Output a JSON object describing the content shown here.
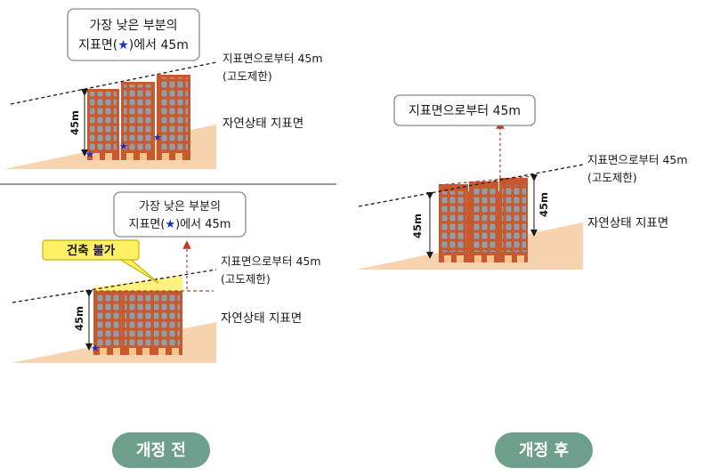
{
  "before": {
    "top": {
      "callout_line1": "가장 낮은 부분의",
      "callout_line2_a": "지표면(",
      "callout_star": "★",
      "callout_line2_b": ")에서 45m",
      "limit_label_line1": "지표면으로부터 45m",
      "limit_label_line2": "(고도제한)",
      "ground_label": "자연상태 지표면",
      "dimension": "45m"
    },
    "bottom": {
      "callout_line1": "가장 낮은 부분의",
      "callout_line2_a": "지표면(",
      "callout_star": "★",
      "callout_line2_b": ")에서 45m",
      "forbidden_label": "건축 불가",
      "limit_label_line1": "지표면으로부터 45m",
      "limit_label_line2": "(고도제한)",
      "ground_label": "자연상태 지표면",
      "dimension": "45m"
    },
    "pill_label": "개정 전"
  },
  "after": {
    "callout": "지표면으로부터 45m",
    "limit_label_line1": "지표면으로부터 45m",
    "limit_label_line2": "(고도제한)",
    "ground_label": "자연상태 지표면",
    "dimension_left": "45m",
    "dimension_right": "45m",
    "pill_label": "개정 후"
  },
  "colors": {
    "ground": "#f8d3b0",
    "building": "#c8582e",
    "window": "#8f9ea8",
    "pill": "#6e9e8c",
    "forbidden_fill": "#fff066",
    "forbidden_border": "#c8b400",
    "arrow": "#c0392b",
    "star": "#1b2fc9"
  }
}
